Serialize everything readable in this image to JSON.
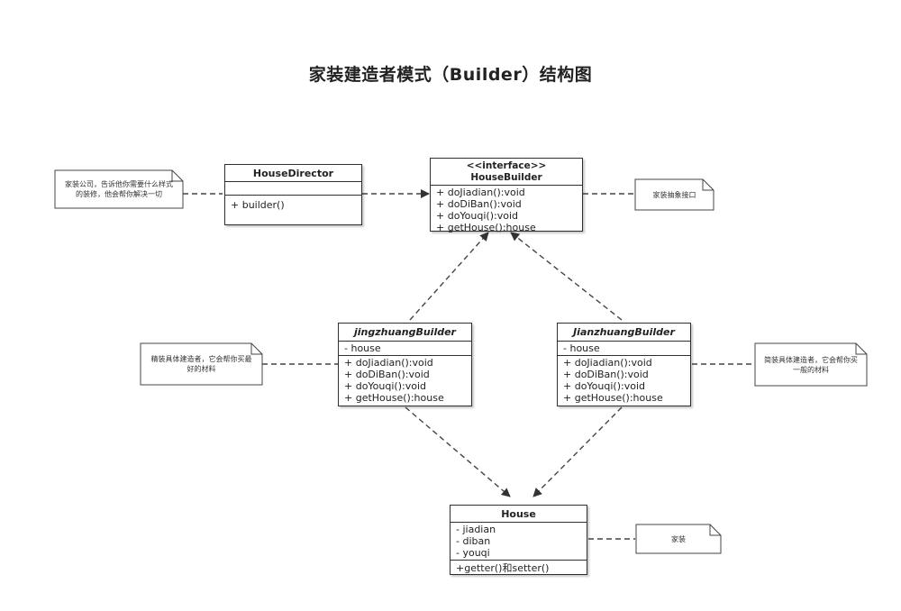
{
  "title": "家装建造者模式（Builder）结构图",
  "house_director": {
    "name": "HouseDirector",
    "attributes": [],
    "methods": [
      "+ builder()"
    ]
  },
  "house_builder": {
    "stereotype": "<<interface>>",
    "name": "HouseBuilder",
    "methods": [
      "+ doJiadian():void",
      "+ doDiBan():void",
      "+ doYouqi():void",
      "+ getHouse():house"
    ]
  },
  "jingzhuang_builder": {
    "name": "jingzhuangBuilder",
    "attributes": [
      "- house"
    ],
    "methods": [
      "+ doJiadian():void",
      "+ doDiBan():void",
      "+ doYouqi():void",
      "+ getHouse():house"
    ]
  },
  "jianzhuang_builder": {
    "name": "JianzhuangBuilder",
    "attributes": [
      "- house"
    ],
    "methods": [
      "+ doJiadian():void",
      "+ doDiBan():void",
      "+ doYouqi():void",
      "+ getHouse():house"
    ]
  },
  "house": {
    "name": "House",
    "attributes": [
      "- jiadian",
      "- diban",
      "- youqi"
    ],
    "methods": [
      "+getter()和setter()"
    ]
  },
  "notes": {
    "director": "家装公司，告诉他你需要什么样式的装修，他会帮你解决一切",
    "interface": "家装抽象接口",
    "jingzhuang": "精装具体建造者，它会帮你买最好的材料",
    "jianzhuang": "简装具体建造者，它会帮你买一般的材料",
    "house": "家装"
  }
}
